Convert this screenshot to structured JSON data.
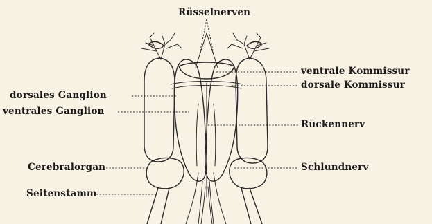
{
  "labels": {
    "ruessel": "Rüsselnerven",
    "ventrale_kommissur": "ventrale Kommissur",
    "dorsale_kommissur": "dorsale Kommissur",
    "rueckennerv": "Rückennerv",
    "schlundnerv": "Schlundnerv",
    "dorsales_ganglion": "dorsales Ganglion",
    "ventrales_ganglion": "ventrales Ganglion",
    "cerebralorgan": "Cerebralorgan",
    "seitenstamm": "Seitenstamm"
  }
}
